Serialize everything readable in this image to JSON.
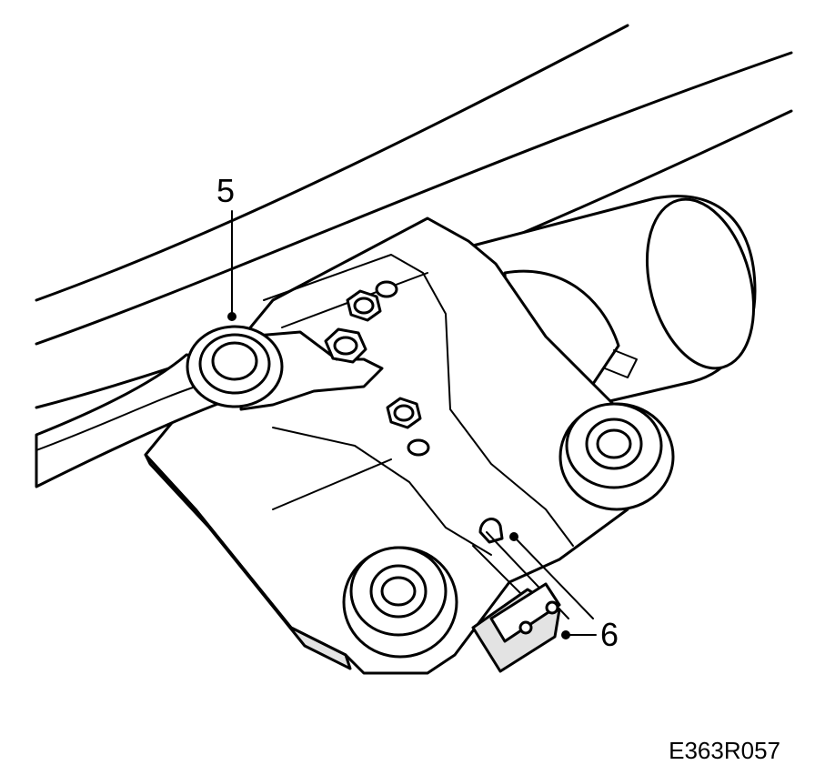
{
  "diagram": {
    "callouts": [
      {
        "id": "callout-5",
        "label": "5"
      },
      {
        "id": "callout-6",
        "label": "6"
      }
    ],
    "figure_code": "E363R057"
  }
}
